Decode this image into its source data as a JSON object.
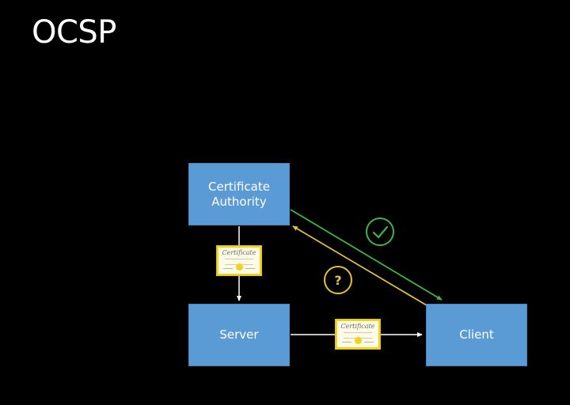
{
  "slide": {
    "title": "OCSP"
  },
  "nodes": {
    "certificate_authority": "Certificate\nAuthority",
    "server": "Server",
    "client": "Client"
  },
  "certificates": {
    "title_text": "Certificate"
  },
  "status_icons": {
    "valid": {
      "icon": "checkmark-circle-icon",
      "color": "#3bb54a"
    },
    "query": {
      "symbol": "?",
      "icon": "question-circle-icon",
      "color": "#e3c23a"
    }
  },
  "colors": {
    "background": "#000000",
    "node_fill": "#5b9bd5",
    "arrow_white": "#ffffff",
    "arrow_green": "#3bb54a",
    "arrow_yellow": "#e3c23a",
    "certificate_border": "#f2d21b"
  }
}
